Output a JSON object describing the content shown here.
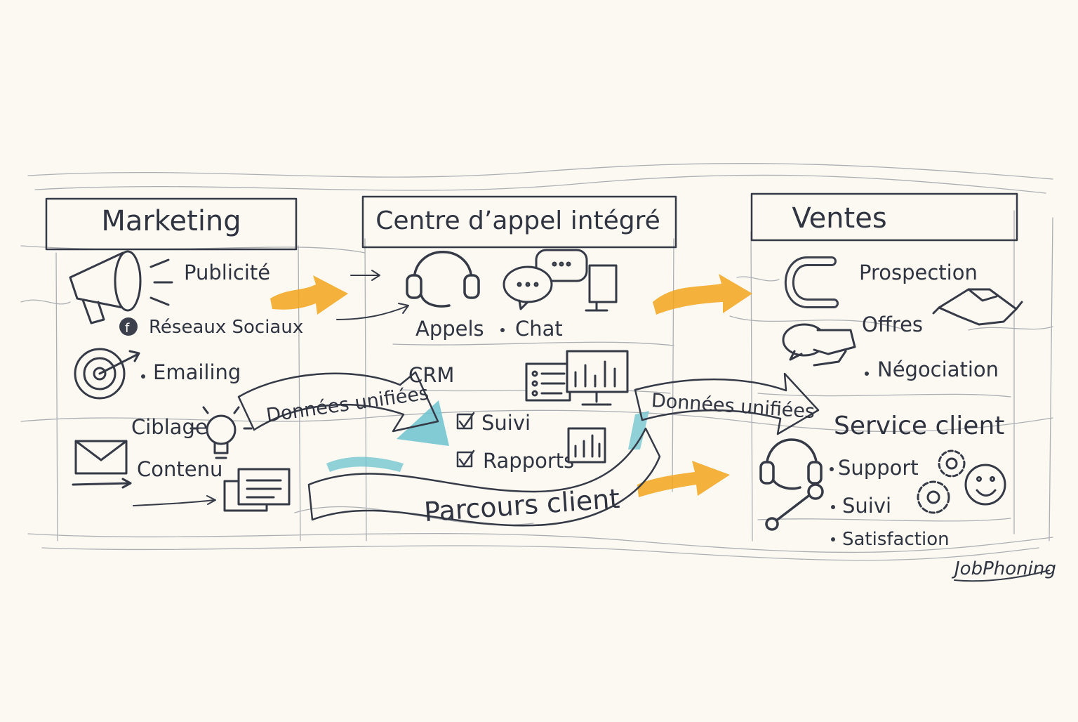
{
  "colors": {
    "ink": "#353a46",
    "accent_orange": "#f2a61c",
    "accent_teal": "#6cc3cf",
    "background": "#fbf9f2"
  },
  "marketing": {
    "title": "Marketing",
    "items": [
      "Publicité",
      "Réseaux Sociaux",
      "Emailing",
      "Ciblage",
      "Contenu"
    ],
    "icons": [
      "megaphone-icon",
      "facebook-icon",
      "target-icon",
      "lightbulb-icon",
      "envelope-icon",
      "documents-icon"
    ]
  },
  "call_center": {
    "title": "Centre d’appel intégré",
    "items": [
      "Appels",
      "Chat",
      "CRM",
      "Suivi",
      "Rapports"
    ],
    "icons": [
      "headset-icon",
      "chat-bubbles-icon",
      "monitor-icon",
      "dashboard-icon",
      "checkbox-icon",
      "bar-chart-icon"
    ]
  },
  "sales": {
    "title": "Ventes",
    "items": [
      "Prospection",
      "Offres",
      "Négociation"
    ],
    "icons": [
      "magnet-icon",
      "handshake-icon",
      "offer-hand-icon"
    ]
  },
  "customer_service": {
    "title": "Service client",
    "items": [
      "Support",
      "Suivi",
      "Satisfaction"
    ],
    "icons": [
      "headset-icon",
      "wrench-icon",
      "gears-icon",
      "smiley-icon"
    ]
  },
  "banners": {
    "data_left": "Données unifiées",
    "data_right": "Données unifiées",
    "journey": "Parcours client"
  },
  "brand": "JobPhoning"
}
